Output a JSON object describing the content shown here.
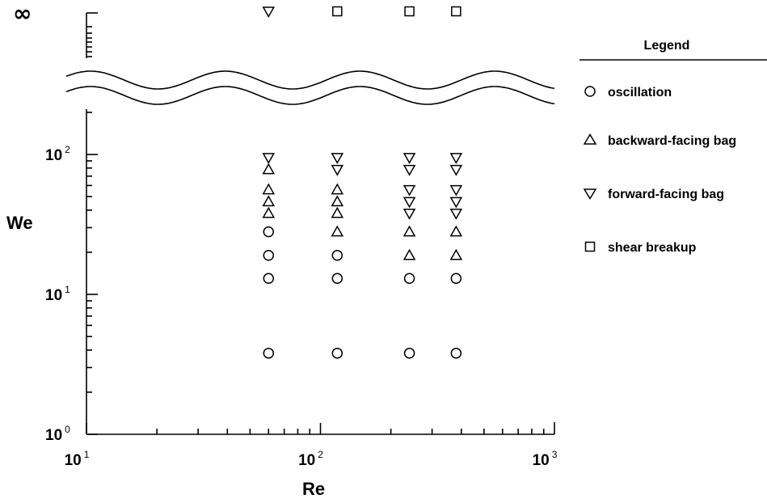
{
  "chart_data": {
    "type": "scatter",
    "title": "",
    "xlabel": "Re",
    "ylabel": "We",
    "x_scale": "log",
    "y_scale": "log",
    "xlim": [
      10,
      1000
    ],
    "ylim": [
      1,
      200
    ],
    "x_ticks": [
      {
        "base": "10",
        "exp": "1",
        "value": 10
      },
      {
        "base": "10",
        "exp": "2",
        "value": 100
      },
      {
        "base": "10",
        "exp": "3",
        "value": 1000
      }
    ],
    "y_ticks": [
      {
        "base": "10",
        "exp": "0",
        "value": 1
      },
      {
        "base": "10",
        "exp": "1",
        "value": 10
      },
      {
        "base": "10",
        "exp": "2",
        "value": 100
      }
    ],
    "infinity_label": "∞",
    "axis_break": true,
    "legend": {
      "title": "Legend",
      "position": "right"
    },
    "series": [
      {
        "name": "oscillation",
        "marker": "circle",
        "points": [
          [
            60,
            3.8
          ],
          [
            60,
            13
          ],
          [
            60,
            19
          ],
          [
            60,
            28
          ],
          [
            118,
            3.8
          ],
          [
            118,
            13
          ],
          [
            118,
            19
          ],
          [
            240,
            3.8
          ],
          [
            240,
            13
          ],
          [
            380,
            3.8
          ],
          [
            380,
            13
          ]
        ]
      },
      {
        "name": "backward-facing bag",
        "marker": "triangle-up",
        "points": [
          [
            60,
            38
          ],
          [
            60,
            46
          ],
          [
            60,
            56
          ],
          [
            60,
            78
          ],
          [
            118,
            28
          ],
          [
            118,
            38
          ],
          [
            118,
            46
          ],
          [
            118,
            56
          ],
          [
            240,
            19
          ],
          [
            240,
            28
          ],
          [
            380,
            19
          ],
          [
            380,
            28
          ]
        ]
      },
      {
        "name": "forward-facing bag",
        "marker": "triangle-down",
        "points": [
          [
            60,
            95
          ],
          [
            60,
            "∞"
          ],
          [
            118,
            78
          ],
          [
            118,
            95
          ],
          [
            240,
            38
          ],
          [
            240,
            46
          ],
          [
            240,
            56
          ],
          [
            240,
            78
          ],
          [
            240,
            95
          ],
          [
            380,
            38
          ],
          [
            380,
            46
          ],
          [
            380,
            56
          ],
          [
            380,
            78
          ],
          [
            380,
            95
          ]
        ]
      },
      {
        "name": "shear breakup",
        "marker": "square",
        "points": [
          [
            118,
            "∞"
          ],
          [
            240,
            "∞"
          ],
          [
            380,
            "∞"
          ]
        ]
      }
    ]
  }
}
